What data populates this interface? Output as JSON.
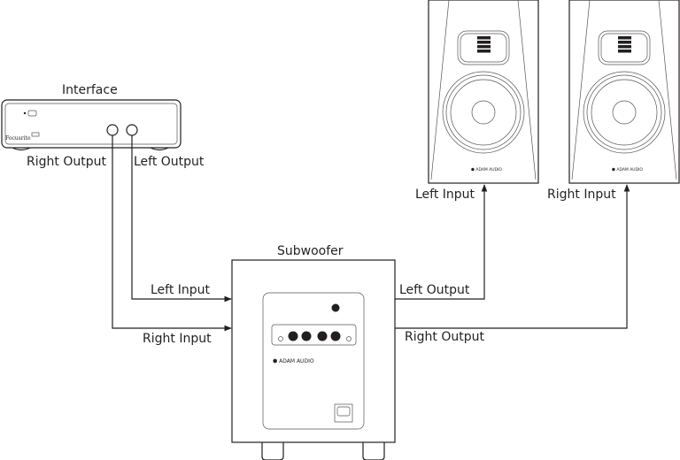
{
  "devices": {
    "interface": {
      "title": "Interface",
      "brand": "Focusrite",
      "right_output": "Right Output",
      "left_output": "Left Output"
    },
    "subwoofer": {
      "title": "Subwoofer",
      "left_input": "Left Input",
      "right_input": "Right Input",
      "left_output": "Left Output",
      "right_output": "Right Output",
      "brand": "ADAM AUDIO"
    },
    "left_speaker": {
      "input": "Left Input",
      "brand": "ADAM AUDIO"
    },
    "right_speaker": {
      "input": "Right Input",
      "brand": "ADAM AUDIO"
    }
  },
  "colors": {
    "line": "#231f20"
  }
}
